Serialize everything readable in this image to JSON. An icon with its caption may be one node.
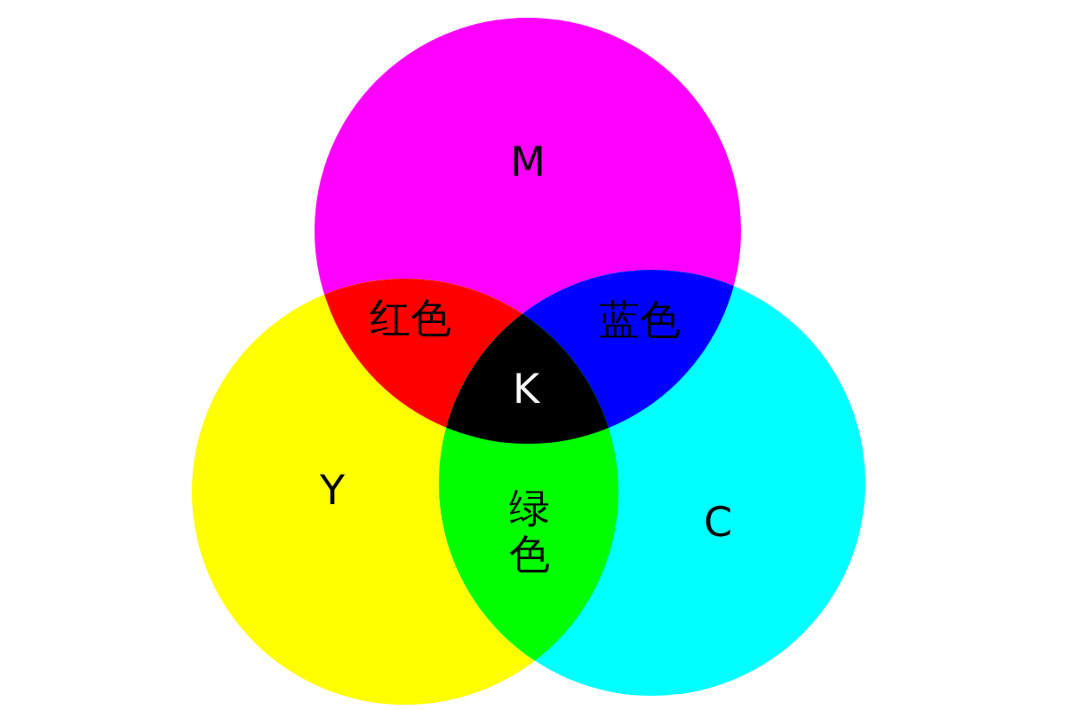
{
  "diagram": {
    "nodes": [
      {
        "text": [
          "M"
        ]
      },
      {
        "text": [
          "Y"
        ]
      },
      {
        "text": [
          "C"
        ]
      },
      {
        "text": [
          "红色"
        ]
      },
      {
        "text": [
          "蓝色"
        ]
      },
      {
        "text": [
          "K"
        ]
      },
      {
        "text": [
          "绿色"
        ]
      }
    ],
    "edges": []
  }
}
